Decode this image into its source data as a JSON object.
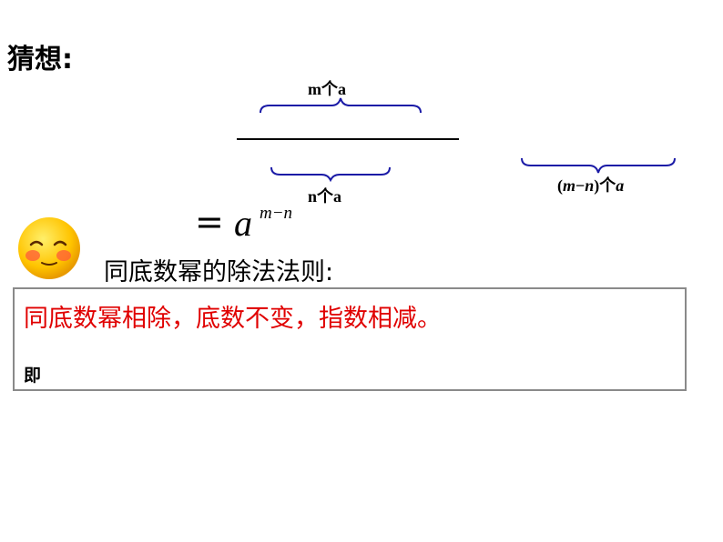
{
  "header": {
    "title": "猜想:"
  },
  "fraction": {
    "numerator_label": "m个a",
    "denominator_label": "n个a",
    "brace_color": "#1a1aa6"
  },
  "difference_label": {
    "open": "(",
    "m": "m",
    "minus": "−",
    "n": "n",
    "close": ")个",
    "a": "a"
  },
  "result": {
    "equals": "=",
    "base": "a",
    "exponent": "m−n"
  },
  "rule": {
    "heading": "同底数幂的除法法则:",
    "statement": "同底数幂相除，底数不变，指数相减。",
    "ji": "即",
    "text_color": "#e00000",
    "box_border_color": "#8a8a8a"
  },
  "icons": {
    "emoji": "smiley-face-icon"
  }
}
